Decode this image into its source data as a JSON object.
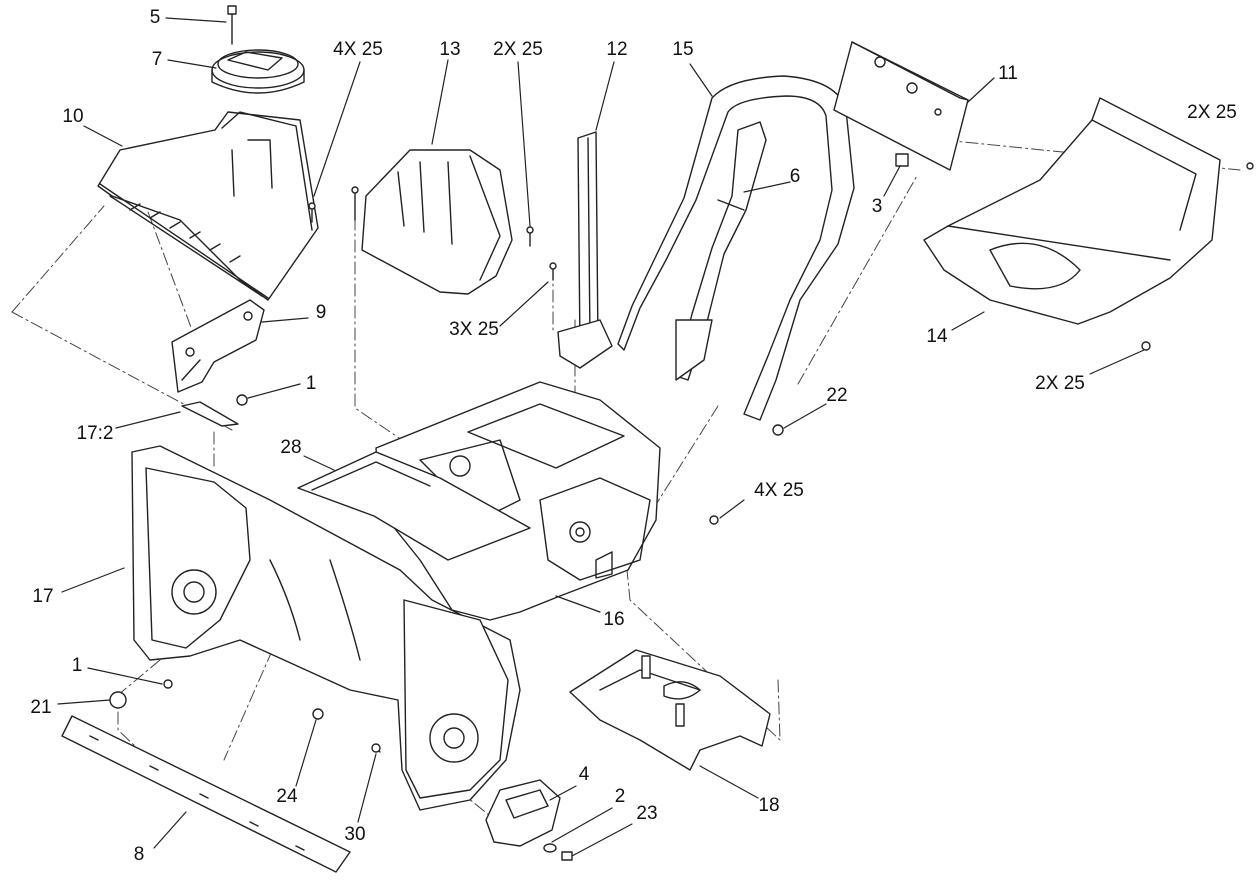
{
  "diagram": {
    "callouts": {
      "c5": "5",
      "c7": "7",
      "c4x25a": "4X 25",
      "c13": "13",
      "c2x25a": "2X 25",
      "c12": "12",
      "c15": "15",
      "c11": "11",
      "c2x25b": "2X 25",
      "c10": "10",
      "c6": "6",
      "c3": "3",
      "c9": "9",
      "c3x25": "3X 25",
      "c14": "14",
      "c1a": "1",
      "c2x25c": "2X 25",
      "c17_2": "17:2",
      "c22": "22",
      "c28": "28",
      "c4x25b": "4X 25",
      "c17": "17",
      "c16": "16",
      "c1b": "1",
      "c21": "21",
      "c4": "4",
      "c2": "2",
      "c23": "23",
      "c18": "18",
      "c24": "24",
      "c30": "30",
      "c8": "8"
    }
  }
}
